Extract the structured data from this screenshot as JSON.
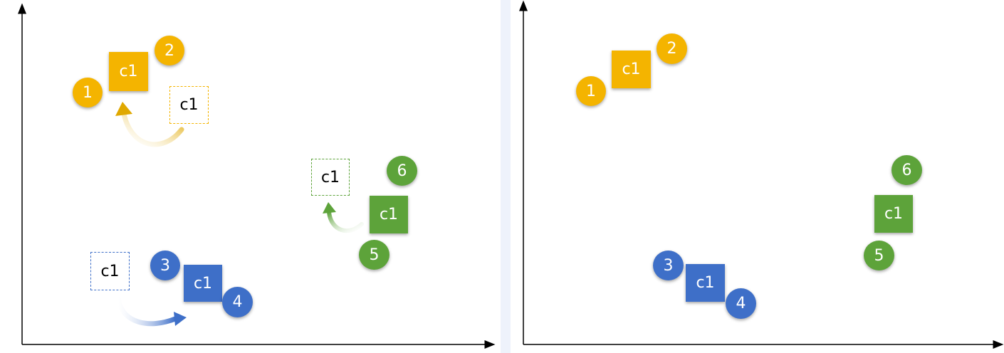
{
  "colors": {
    "yellow": "#f4b400",
    "green": "#5da33a",
    "blue": "#3e6fc8",
    "axis": "#000000",
    "divider": "#eef2fb"
  },
  "left_panel": {
    "yellow_group": {
      "square": "c1",
      "ghost": "c1",
      "points": [
        "1",
        "2"
      ]
    },
    "green_group": {
      "square": "c1",
      "ghost": "c1",
      "points": [
        "6",
        "5"
      ]
    },
    "blue_group": {
      "square": "c1",
      "ghost": "c1",
      "points": [
        "3",
        "4"
      ]
    }
  },
  "right_panel": {
    "yellow_group": {
      "square": "c1",
      "points": [
        "1",
        "2"
      ]
    },
    "green_group": {
      "square": "c1",
      "points": [
        "6",
        "5"
      ]
    },
    "blue_group": {
      "square": "c1",
      "points": [
        "3",
        "4"
      ]
    }
  }
}
